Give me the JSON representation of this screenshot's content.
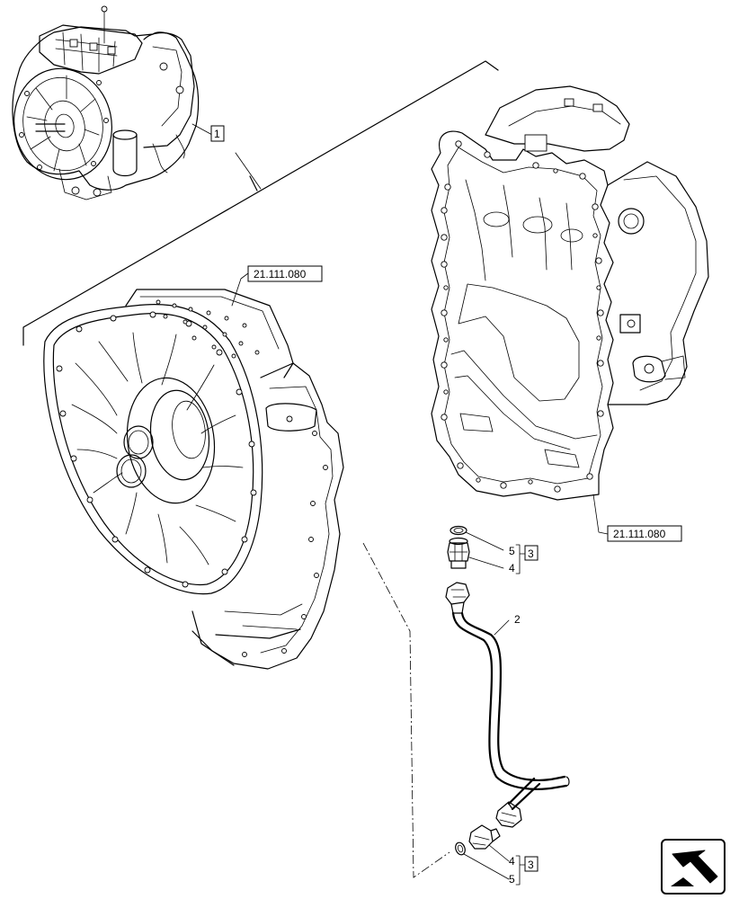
{
  "callouts": {
    "assembly_item": "1",
    "housing_ref_left": "21.111.080",
    "housing_ref_right": "21.111.080",
    "pipe_item": "2",
    "kit_top": "3",
    "kit_bottom": "3",
    "adapter_top": "4",
    "seal_top": "5",
    "adapter_bottom": "4",
    "seal_bottom": "5"
  },
  "icons": {
    "nav": "direction-arrow-icon"
  }
}
